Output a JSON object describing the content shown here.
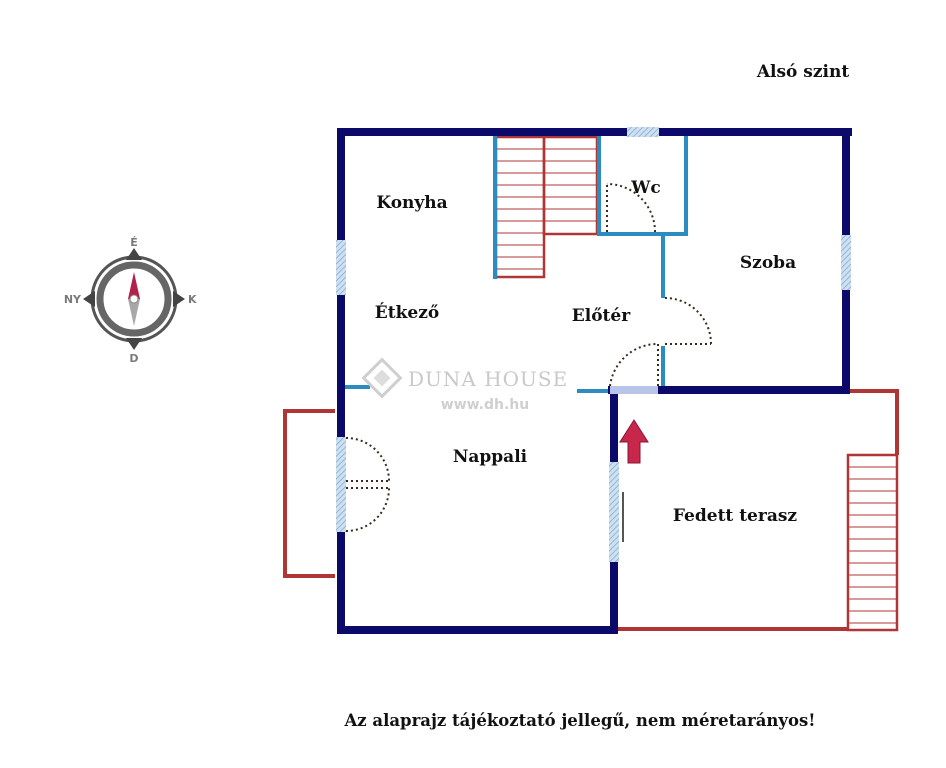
{
  "level_title": "Alsó szint",
  "disclaimer": "Az alaprajz tájékoztató jellegű, nem méretarányos!",
  "rooms": {
    "kitchen": "Konyha",
    "dining": "Étkező",
    "hall": "Előtér",
    "wc": "Wc",
    "bedroom": "Szoba",
    "living": "Nappali",
    "terrace": "Fedett terasz"
  },
  "compass": {
    "north": "É",
    "south": "D",
    "west": "NY",
    "east": "K"
  },
  "watermark": {
    "brand": "DUNA HOUSE",
    "url": "www.dh.hu"
  },
  "colors": {
    "outer_wall": "#0b0a6b",
    "inner_wall": "#2a8cc0",
    "terrace_outline": "#b03535",
    "door_arc": "#3a2a1a",
    "entry_arrow": "#c8264a",
    "window": "#a9c9e6"
  }
}
